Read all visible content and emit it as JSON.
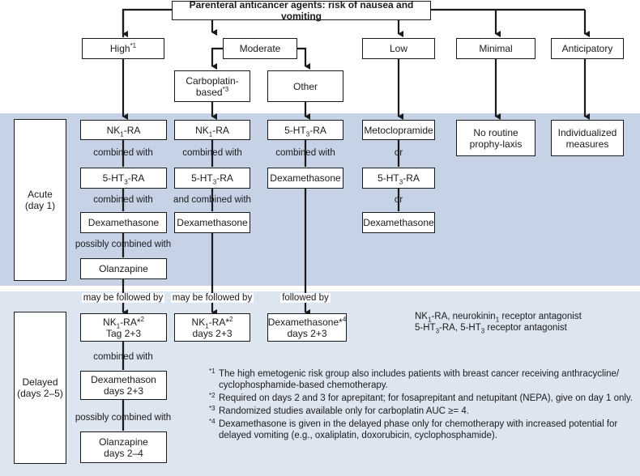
{
  "title": "Parenteral anticancer agents: risk of nausea and vomiting",
  "categories": {
    "high": "High",
    "high_sup": "*1",
    "moderate": "Moderate",
    "carbo": "Carboplatin-based",
    "carbo_sup": "*3",
    "other": "Other",
    "low": "Low",
    "minimal": "Minimal",
    "anticipatory": "Anticipatory"
  },
  "phases": {
    "acute_1": "Acute",
    "acute_2": "(day 1)",
    "delayed_1": "Delayed",
    "delayed_2": "(days 2–5)"
  },
  "high": {
    "nk1": "NK",
    "nk1_sub": "1",
    "nk1_tail": "-RA",
    "c1": "combined with",
    "ht3": "5-HT",
    "ht3_sub": "3",
    "ht3_tail": "-RA",
    "c2": "combined with",
    "dexa": "Dexamethasone",
    "c3": "possibly combined with",
    "olan": "Olanzapine",
    "follow": "may be followed by",
    "d_nk1": "NK",
    "d_nk1_sub": "1",
    "d_nk1_tail": "-RA*",
    "d_nk1_sup": "2",
    "d_nk1_days": "Tag 2+3",
    "d_c1": "combined with",
    "d_dexa": "Dexamethason",
    "d_dexa_days": "days 2+3",
    "d_c2": "possibly combined with",
    "d_olan": "Olanzapine",
    "d_olan_days": "days 2–4"
  },
  "carbo": {
    "nk1": "NK",
    "nk1_sub": "1",
    "nk1_tail": "-RA",
    "c1": "combined with",
    "ht3": "5-HT",
    "ht3_sub": "3",
    "ht3_tail": "-RA",
    "c2": "and combined with",
    "dexa": "Dexamethasone",
    "follow": "may be followed by",
    "d_nk1": "NK",
    "d_nk1_sub": "1",
    "d_nk1_tail": "-RA*",
    "d_nk1_sup": "2",
    "d_nk1_days": "days 2+3"
  },
  "other": {
    "ht3": "5-HT",
    "ht3_sub": "3",
    "ht3_tail": "-RA",
    "c1": "combined with",
    "dexa": "Dexamethasone",
    "follow": "followed by",
    "d_dexa": "Dexamethasone*",
    "d_dexa_sup": "4",
    "d_dexa_days": "days 2+3"
  },
  "low": {
    "meto": "Metoclopramide",
    "or1": "or",
    "ht3": "5-HT",
    "ht3_sub": "3",
    "ht3_tail": "-RA",
    "or2": "or",
    "dexa": "Dexamethasone"
  },
  "minimal": {
    "box": "No routine prophy-laxis"
  },
  "anticipatory": {
    "box": "Individualized measures"
  },
  "legend": {
    "nk1_a": "NK",
    "nk1_sub": "1",
    "nk1_b": "-RA, neurokinin",
    "nk1_sub2": "1",
    "nk1_c": " receptor antagonist",
    "ht3_a": "5-HT",
    "ht3_sub": "3",
    "ht3_b": "-RA, 5-HT",
    "ht3_sub2": "3",
    "ht3_c": " receptor antagonist"
  },
  "footnotes": [
    {
      "mark": "*1",
      "text": "The high emetogenic risk group also includes patients with breast cancer receiving anthracycline/ cyclophosphamide-based chemotherapy."
    },
    {
      "mark": "*2",
      "text": "Required on days 2 and 3 for aprepitant; for fosaprepitant and netupitant (NEPA), give on day 1 only."
    },
    {
      "mark": "*3",
      "text": "Randomized studies available only for carboplatin AUC ≥= 4."
    },
    {
      "mark": "*4",
      "text": "Dexamethasone is given in the delayed phase only for chemotherapy with increased potential for delayed vomiting (e.g., oxaliplatin, doxorubicin, cyclophosphamide)."
    }
  ]
}
